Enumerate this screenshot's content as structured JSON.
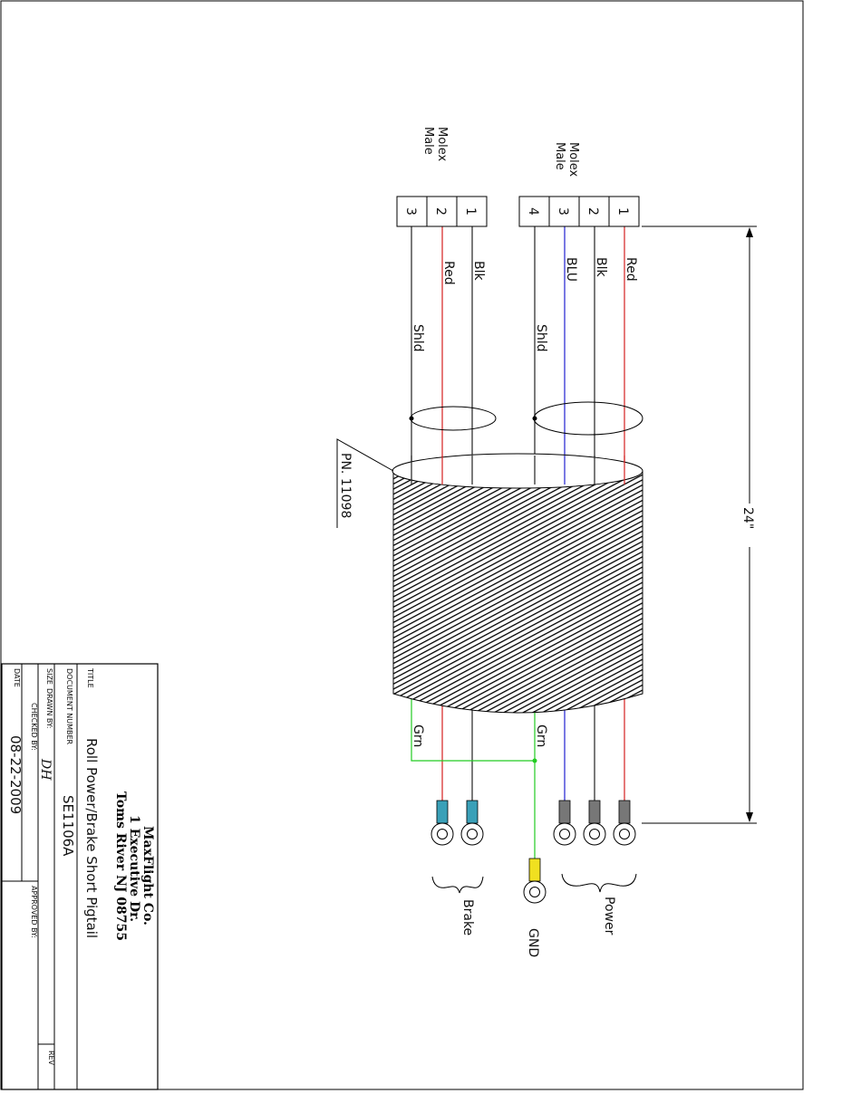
{
  "connectors": [
    {
      "name": "Molex",
      "gender": "Male",
      "pins": [
        "1",
        "2",
        "3",
        "4"
      ]
    },
    {
      "name": "Molex",
      "gender": "Male",
      "pins": [
        "1",
        "2",
        "3"
      ]
    }
  ],
  "wire_labels": {
    "red": "Red",
    "blk_power": "Blk",
    "blu": "BLU",
    "shld_power": "Shld",
    "blk_brake": "Blk",
    "red_brake": "Red",
    "shld_brake": "Shld",
    "grn_power": "Grn",
    "grn_brake": "Grn"
  },
  "dimension": "24\"",
  "part_number": "PN. 11098",
  "groups": {
    "power": "Power",
    "gnd": "GND",
    "brake": "Brake"
  },
  "colors": {
    "red_wire": "#d42020",
    "blue_wire": "#2020d0",
    "green_wire": "#22cc22",
    "black_wire": "#222222",
    "grey_terminal": "#777777",
    "teal_terminal": "#3aa0b8",
    "yellow_terminal": "#f0e020"
  },
  "title_block": {
    "company": "MaxFlight Co.",
    "address1": "1 Executive Dr.",
    "address2": "Toms River NJ 08755",
    "title_label": "TITLE",
    "title": "Roll Power/Brake Short Pigtail",
    "document_number_label": "DOCUMENT NUMBER",
    "document_number": "SE1106A",
    "rev_label": "REV",
    "size_label": "SIZE",
    "drawn_by_label": "DRAWN BY:",
    "drawn_by": "DH",
    "checked_by_label": "CHECKED BY:",
    "approved_by_label": "APPROVED BY:",
    "date_label": "DATE",
    "date": "08-22-2009"
  }
}
